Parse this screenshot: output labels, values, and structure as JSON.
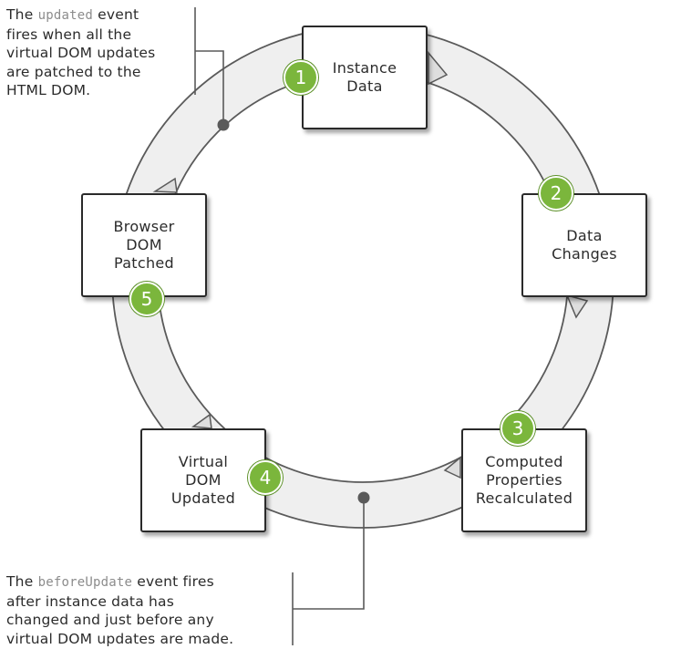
{
  "steps": [
    {
      "number": "1",
      "label": "Instance\nData"
    },
    {
      "number": "2",
      "label": "Data\nChanges"
    },
    {
      "number": "3",
      "label": "Computed\nProperties\nRecalculated"
    },
    {
      "number": "4",
      "label": "Virtual\nDOM\nUpdated"
    },
    {
      "number": "5",
      "label": "Browser\nDOM\nPatched"
    }
  ],
  "notes": {
    "updated": {
      "prefix": "The ",
      "code": "updated",
      "suffix": " event\nfires when all the\nvirtual DOM updates\nare patched to the\nHTML DOM."
    },
    "before_update": {
      "prefix": "The ",
      "code": "beforeUpdate",
      "suffix": " event fires\nafter instance data has\nchanged and just before any\nvirtual DOM updates are made."
    }
  },
  "colors": {
    "badge": "#7bb63c",
    "ring": "#efefef",
    "outline": "#2a2a2a"
  }
}
